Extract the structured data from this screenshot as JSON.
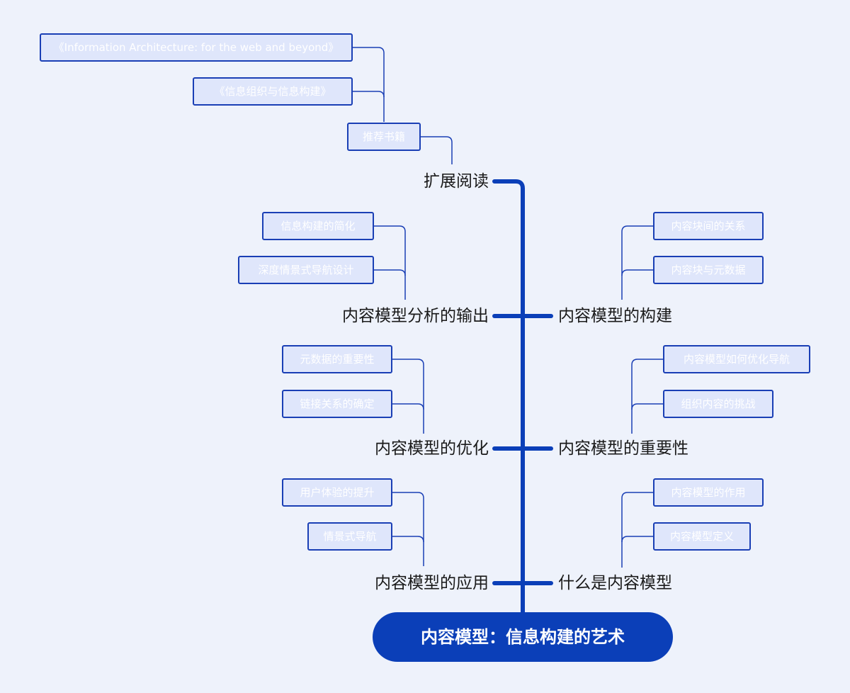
{
  "root": {
    "title": "内容模型：信息构建的艺术"
  },
  "branches": {
    "reading": "扩展阅读",
    "analysis_output": "内容模型分析的输出",
    "optimization": "内容模型的优化",
    "application": "内容模型的应用",
    "construction": "内容模型的构建",
    "importance": "内容模型的重要性",
    "definition": "什么是内容模型"
  },
  "leaves": {
    "reading_sub": "推荐书籍",
    "book_ia": "《Information Architecture: for the web and beyond》",
    "book_cn": "《信息组织与信息构建》",
    "simplify": "信息构建的简化",
    "deep_nav": "深度情景式导航设计",
    "metadata_importance": "元数据的重要性",
    "link_relations": "链接关系的确定",
    "ux_improve": "用户体验的提升",
    "context_nav": "情景式导航",
    "block_relations": "内容块间的关系",
    "block_metadata": "内容块与元数据",
    "optimize_nav": "内容模型如何优化导航",
    "org_challenge": "组织内容的挑战",
    "model_role": "内容模型的作用",
    "model_definition": "内容模型定义"
  },
  "colors": {
    "background": "#eef2fb",
    "trunk": "#0b3fb8",
    "connector": "#1a3fb5",
    "leaf_fill": "#dfe6fb",
    "leaf_text": "#ffffff",
    "root_fill": "#0b3fb8"
  }
}
